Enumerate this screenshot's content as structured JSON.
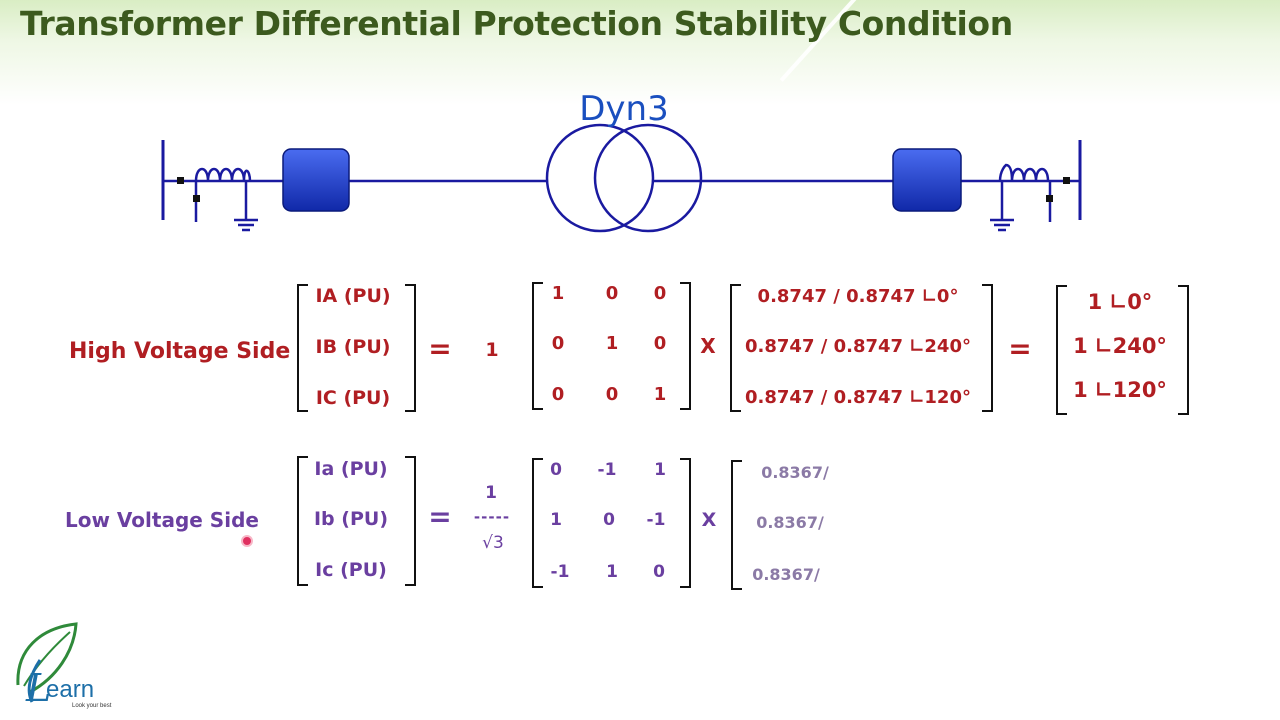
{
  "slide": {
    "title": "Transformer Differential Protection Stability Condition"
  },
  "diagram": {
    "transformer_label": "Dyn3"
  },
  "hv": {
    "label": "High Voltage Side",
    "vars": [
      "IA (PU)",
      "IB (PU)",
      "IC (PU)"
    ],
    "eq": "=",
    "coef": "1",
    "matrix": [
      [
        "1",
        "0",
        "0"
      ],
      [
        "0",
        "1",
        "0"
      ],
      [
        "0",
        "0",
        "1"
      ]
    ],
    "x": "X",
    "vector": [
      "0.8747 / 0.8747 ∟0°",
      "0.8747 / 0.8747 ∟240°",
      "0.8747 / 0.8747 ∟120°"
    ],
    "eq2": "=",
    "result": [
      "1 ∟0°",
      "1 ∟240°",
      "1 ∟120°"
    ]
  },
  "lv": {
    "label": "Low Voltage Side",
    "vars": [
      "Ia (PU)",
      "Ib (PU)",
      "Ic (PU)"
    ],
    "eq": "=",
    "coef_num": "1",
    "coef_line": "-----",
    "coef_den": "√3",
    "matrix": [
      [
        "0",
        "-1",
        "1"
      ],
      [
        "1",
        "0",
        "-1"
      ],
      [
        "-1",
        "1",
        "0"
      ]
    ],
    "x": "X",
    "vector": [
      "0.8367/",
      "0.8367/",
      "0.8367/"
    ]
  },
  "logo": {
    "letter": "L",
    "text": "earn",
    "tagline": "Look your best"
  },
  "colors": {
    "title": "#3c5a1e",
    "hv_text": "#b01e22",
    "lv_text": "#6a3fa0",
    "line": "#1a1aa0",
    "ct_box": "#1f3fc8",
    "transformer_label": "#1a4fbf"
  }
}
